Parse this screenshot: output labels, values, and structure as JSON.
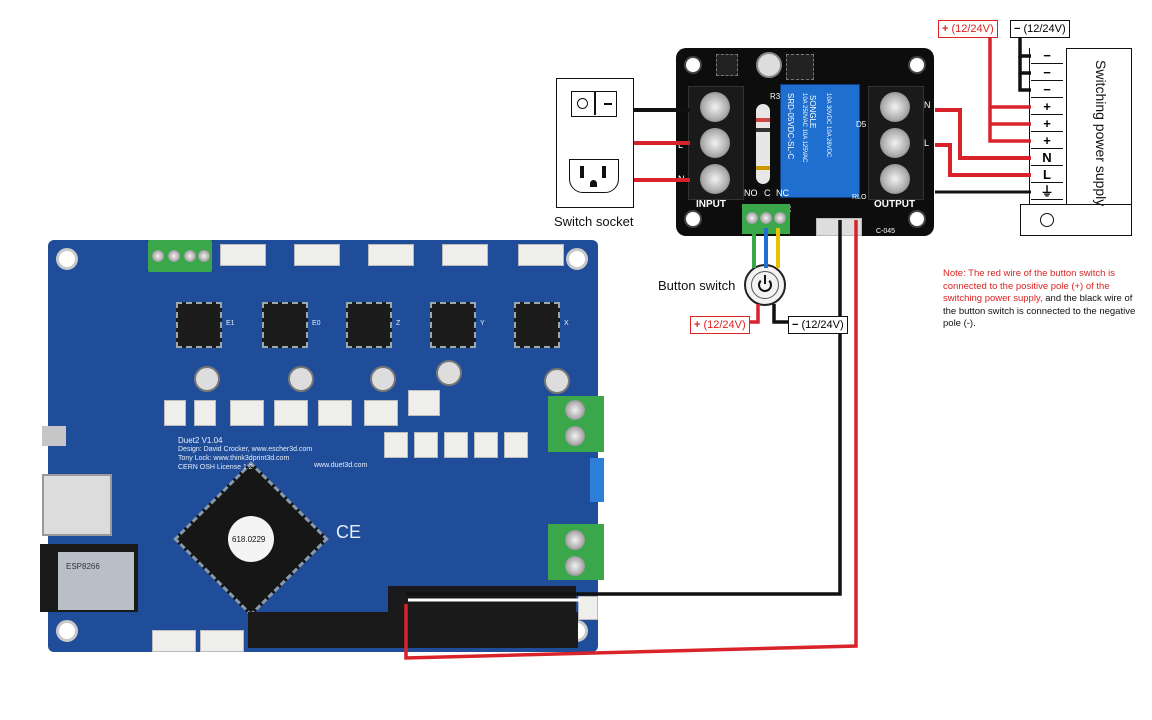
{
  "socket": {
    "label": "Switch socket",
    "pins": [
      "L",
      "N"
    ]
  },
  "relay": {
    "input_label": "INPUT",
    "output_label": "OUTPUT",
    "pin_label_in": [
      "L",
      "N"
    ],
    "pin_label_out": [
      "N",
      "L"
    ],
    "contact_labels": [
      "NO",
      "C",
      "NC"
    ],
    "j3_label": "J3",
    "relay_text": [
      "SRD-05VDC-SL-C",
      "10A 250VAC 10A 125VAC",
      "10A 30VDC 10A 28VDC"
    ],
    "brand": "SONGLE",
    "model": "C-045",
    "rlo": "RLO",
    "r3": "R3",
    "d5": "D5"
  },
  "button": {
    "label": "Button switch",
    "icon": "power-icon"
  },
  "psu": {
    "title": "Switching power supply",
    "terminals": [
      "−",
      "−",
      "−",
      "+",
      "+",
      "+",
      "N",
      "L",
      "⏚"
    ]
  },
  "tags": {
    "top_pos": {
      "sign": "+",
      "text": "(12/24V)"
    },
    "top_neg": {
      "sign": "−",
      "text": "(12/24V)"
    },
    "btn_pos": {
      "sign": "+",
      "text": "(12/24V)"
    },
    "btn_neg": {
      "sign": "−",
      "text": "(12/24V)"
    }
  },
  "note": {
    "highlight": "Note: The red wire of the button switch is connected to the positive pole (+) of the switching power supply,",
    "rest": "and the black wire of the button switch is connected to the negative pole (-)."
  },
  "board": {
    "name": "Duet2 V1.04",
    "credits": [
      "Design: David Crocker, www.escher3d.com",
      "Tony Lock: www.think3dprint3d.com",
      "CERN OSH License 1.2"
    ],
    "url": "www.duet3d.com",
    "chip_label": "618.0229",
    "wifi_label": "ESP8266",
    "ce": "CE",
    "driver_labels": [
      "E1",
      "E0",
      "Z",
      "Y",
      "X"
    ]
  },
  "colors": {
    "board": "#1f4d9a",
    "wire_red": "#d8232a",
    "wire_black": "#111111",
    "relay_body": "#0d0d0d",
    "relay_blue": "#1e6fd0",
    "terminal_green": "#3aa84a"
  }
}
